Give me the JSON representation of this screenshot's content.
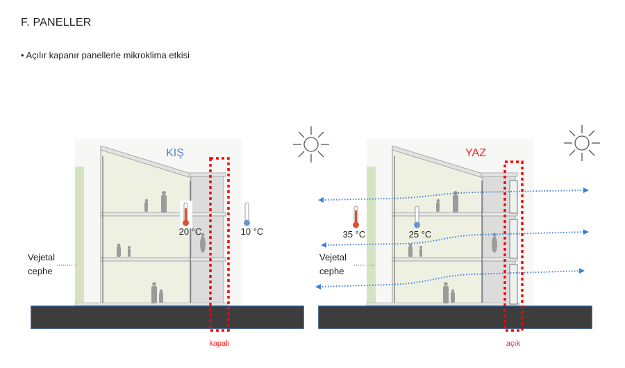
{
  "header": {
    "title": "F. PANELLER",
    "bullet": "• Açılır kapanır panellerle mikroklima etkisi"
  },
  "winter": {
    "season": "KIŞ",
    "inside_temp": "20 °C",
    "outside_temp": "10 °C",
    "panel_state": "kapalı",
    "facade_label_1": "Vejetal",
    "facade_label_2": "cephe"
  },
  "summer": {
    "season": "YAZ",
    "outside_temp": "35 °C",
    "inside_temp": "25 °C",
    "panel_state": "açık",
    "facade_label_1": "Vejetal",
    "facade_label_2": "cephe"
  },
  "colors": {
    "winter_label": "#4a86d6",
    "summer_label": "#ff1a1a",
    "panel_box": "#ff0000",
    "airflow": "#3b7fd9",
    "green_facade": "#d6e3c2",
    "ground": "#3d3d3d",
    "warm": "#d9542f",
    "cool": "#6c93d4"
  }
}
